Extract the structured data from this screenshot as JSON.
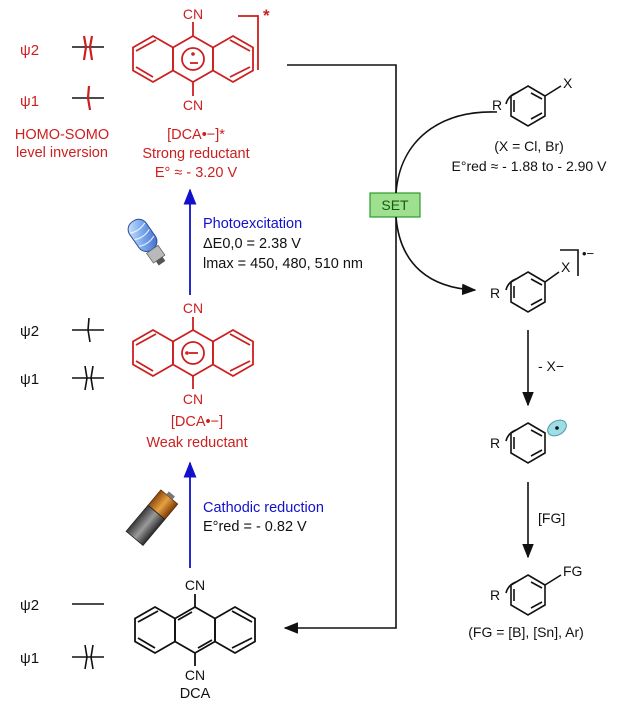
{
  "colors": {
    "red": "#cc1f1f",
    "blue": "#1111cc",
    "black": "#111111",
    "set_fill": "#9ee08e",
    "set_border": "#2e9a2e",
    "set_text": "#135a13"
  },
  "excited": {
    "psi2": "ψ2",
    "psi1": "ψ1",
    "note_line1": "HOMO-SOMO",
    "note_line2": "level inversion",
    "cn_top": "CN",
    "cn_bottom": "CN",
    "star": "*",
    "species": "[DCA•−]*",
    "role": "Strong reductant",
    "potential": "E° ≈ - 3.20 V"
  },
  "photo": {
    "title": "Photoexcitation",
    "line1": "ΔE0,0 = 2.38 V",
    "line2": "lmax = 450, 480, 510 nm",
    "icon": "lamp-icon"
  },
  "radical_anion": {
    "psi2": "ψ2",
    "psi1": "ψ1",
    "cn_top": "CN",
    "cn_bottom": "CN",
    "species": "[DCA•−]",
    "role": "Weak reductant"
  },
  "cathodic": {
    "title": "Cathodic reduction",
    "potential": "E°red = - 0.82 V",
    "icon": "battery-icon"
  },
  "dca": {
    "psi2": "ψ2",
    "psi1": "ψ1",
    "cn_top": "CN",
    "cn_bottom": "CN",
    "label": "DCA"
  },
  "set_label": "SET",
  "right_column": {
    "substrate_r": "R",
    "substrate_x": "X",
    "substrate_note": "(X = Cl, Br)",
    "substrate_potential": "E°red ≈ - 1.88 to - 2.90 V",
    "radical_anion_r": "R",
    "radical_anion_x": "X",
    "radical_anion_charge": "•−",
    "loss_label": "- X−",
    "aryl_radical_r": "R",
    "fg_step": "[FG]",
    "product_r": "R",
    "product_fg": "FG",
    "product_note": "(FG = [B], [Sn], Ar)"
  }
}
